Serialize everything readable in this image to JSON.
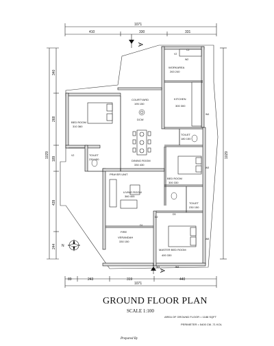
{
  "dimensions": {
    "top_overall": "1071",
    "top_segments": [
      "410",
      "330",
      "331"
    ],
    "left_segments": [
      "340",
      "268",
      "189",
      "439",
      "244"
    ],
    "left_overall": "1029",
    "right_overall": "1029",
    "bottom_segments": [
      "89",
      "243",
      "319",
      "440"
    ],
    "bottom_overall": "1071"
  },
  "rooms": [
    {
      "name": "WORKAREA",
      "size": "263 240"
    },
    {
      "name": "KITCHEN",
      "size": "300 300"
    },
    {
      "name": "COURTYARD",
      "size": "195 150"
    },
    {
      "name": "BED ROOM",
      "size": "310 360"
    },
    {
      "name": "DINING ROOM",
      "size": "330 430"
    },
    {
      "name": "TOILET",
      "size": "180 150"
    },
    {
      "name": "TOILET",
      "size": "230 150"
    },
    {
      "name": "BED ROOM",
      "size": "300 330"
    },
    {
      "name": "LIVING ROOM",
      "size": "360 405"
    },
    {
      "name": "TOILET",
      "size": "230 150"
    },
    {
      "name": "VERANDAH",
      "size": "330 150"
    },
    {
      "name": "MASTER BED ROOM",
      "size": "400 330"
    }
  ],
  "other_labels": {
    "prayer_unit": "PRAYER UNIT",
    "fire": "FIRE",
    "dcw": "DCW"
  },
  "tags": [
    "W2",
    "D3",
    "D2",
    "D1",
    "W3",
    "W4",
    "W5",
    "V2",
    "V2",
    "C2",
    "W3",
    "W4"
  ],
  "section_marks": [
    "A",
    "A"
  ],
  "compass": "N",
  "title": "GROUND FLOOR PLAN",
  "scale": "SCALE 1:100",
  "area_note": "AREA OF GROUND FLOOR = 1188 SQFT",
  "perimeter_note": "PERIMETER = 5400 CM ,71 KOL",
  "prepared": "Prepared By"
}
